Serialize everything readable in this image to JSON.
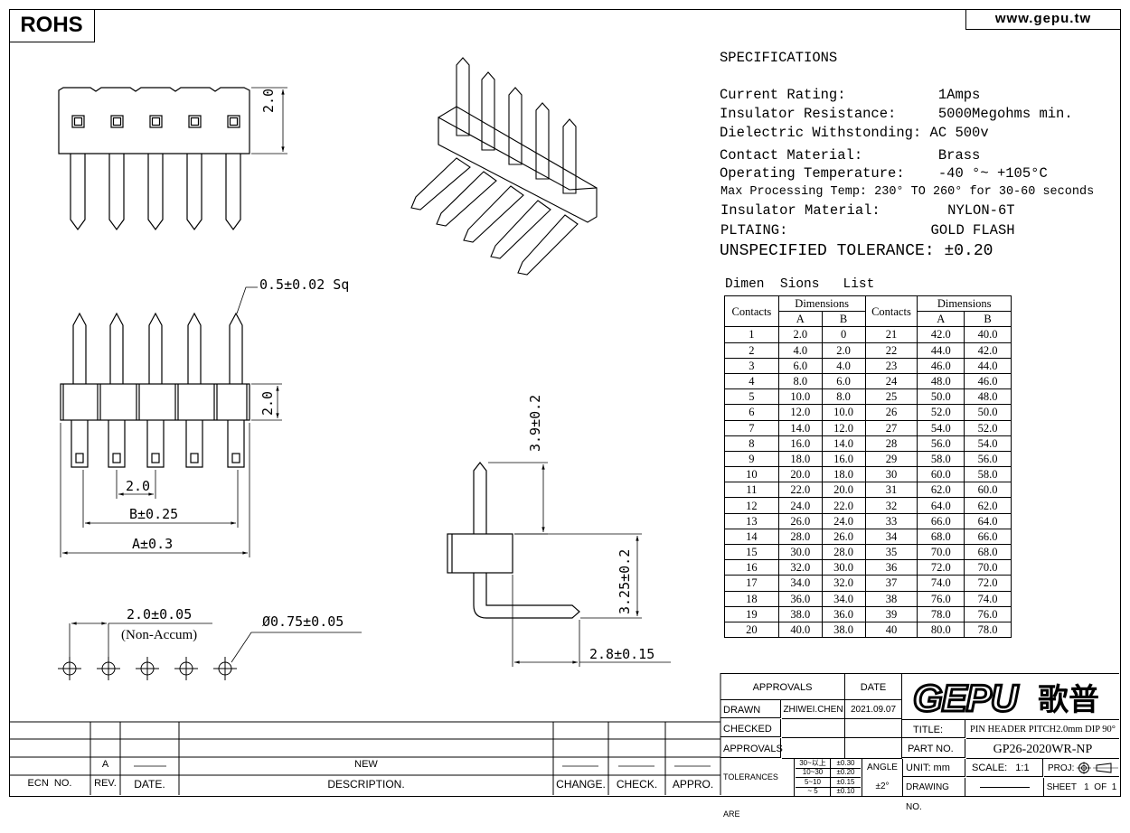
{
  "header": {
    "rohs": "ROHS",
    "website": "www.gepu.tw"
  },
  "specs": {
    "heading": "SPECIFICATIONS",
    "lines": [
      "Current Rating:           1Amps",
      "Insulator Resistance:     5000Megohms min.",
      "Dielectric Withstonding: AC 500v",
      "Contact Material:         Brass",
      "Operating Temperature:    -40 °~ +105°C",
      "Max Processing Temp: 230° TO 260° for 30-60 seconds",
      "Insulator Material:        NYLON-6T",
      "PLTAING:                 GOLD FLASH"
    ],
    "tolerance": "UNSPECIFIED TOLERANCE: ±0.20"
  },
  "dim_list": {
    "title": "Dimen  Sions   List",
    "h_contacts": "Contacts",
    "h_dimensions": "Dimensions",
    "h_a": "A",
    "h_b": "B",
    "rows": [
      {
        "c1": "1",
        "a1": "2.0",
        "b1": "0",
        "c2": "21",
        "a2": "42.0",
        "b2": "40.0"
      },
      {
        "c1": "2",
        "a1": "4.0",
        "b1": "2.0",
        "c2": "22",
        "a2": "44.0",
        "b2": "42.0"
      },
      {
        "c1": "3",
        "a1": "6.0",
        "b1": "4.0",
        "c2": "23",
        "a2": "46.0",
        "b2": "44.0"
      },
      {
        "c1": "4",
        "a1": "8.0",
        "b1": "6.0",
        "c2": "24",
        "a2": "48.0",
        "b2": "46.0"
      },
      {
        "c1": "5",
        "a1": "10.0",
        "b1": "8.0",
        "c2": "25",
        "a2": "50.0",
        "b2": "48.0"
      },
      {
        "c1": "6",
        "a1": "12.0",
        "b1": "10.0",
        "c2": "26",
        "a2": "52.0",
        "b2": "50.0"
      },
      {
        "c1": "7",
        "a1": "14.0",
        "b1": "12.0",
        "c2": "27",
        "a2": "54.0",
        "b2": "52.0"
      },
      {
        "c1": "8",
        "a1": "16.0",
        "b1": "14.0",
        "c2": "28",
        "a2": "56.0",
        "b2": "54.0"
      },
      {
        "c1": "9",
        "a1": "18.0",
        "b1": "16.0",
        "c2": "29",
        "a2": "58.0",
        "b2": "56.0"
      },
      {
        "c1": "10",
        "a1": "20.0",
        "b1": "18.0",
        "c2": "30",
        "a2": "60.0",
        "b2": "58.0"
      },
      {
        "c1": "11",
        "a1": "22.0",
        "b1": "20.0",
        "c2": "31",
        "a2": "62.0",
        "b2": "60.0"
      },
      {
        "c1": "12",
        "a1": "24.0",
        "b1": "22.0",
        "c2": "32",
        "a2": "64.0",
        "b2": "62.0"
      },
      {
        "c1": "13",
        "a1": "26.0",
        "b1": "24.0",
        "c2": "33",
        "a2": "66.0",
        "b2": "64.0"
      },
      {
        "c1": "14",
        "a1": "28.0",
        "b1": "26.0",
        "c2": "34",
        "a2": "68.0",
        "b2": "66.0"
      },
      {
        "c1": "15",
        "a1": "30.0",
        "b1": "28.0",
        "c2": "35",
        "a2": "70.0",
        "b2": "68.0"
      },
      {
        "c1": "16",
        "a1": "32.0",
        "b1": "30.0",
        "c2": "36",
        "a2": "72.0",
        "b2": "70.0"
      },
      {
        "c1": "17",
        "a1": "34.0",
        "b1": "32.0",
        "c2": "37",
        "a2": "74.0",
        "b2": "72.0"
      },
      {
        "c1": "18",
        "a1": "36.0",
        "b1": "34.0",
        "c2": "38",
        "a2": "76.0",
        "b2": "74.0"
      },
      {
        "c1": "19",
        "a1": "38.0",
        "b1": "36.0",
        "c2": "39",
        "a2": "78.0",
        "b2": "76.0"
      },
      {
        "c1": "20",
        "a1": "40.0",
        "b1": "38.0",
        "c2": "40",
        "a2": "80.0",
        "b2": "78.0"
      }
    ]
  },
  "dims": {
    "top_height": "2.0",
    "pin_sq": "0.5±0.02 Sq",
    "body_height": "2.0",
    "pitch": "2.0",
    "b_dim": "B±0.25",
    "a_dim": "A±0.3",
    "hole_pitch": "2.0±0.05",
    "non_accum": "(Non-Accum)",
    "hole_dia": "Ø0.75±0.05",
    "side_top": "3.9±0.2",
    "side_bottom": "3.25±0.2",
    "side_len": "2.8±0.15"
  },
  "title_block": {
    "approvals_h": "APPROVALS",
    "date_h": "DATE",
    "drawn": "DRAWN",
    "drawn_by": "ZHIWEI.CHEN",
    "drawn_date": "2021.09.07",
    "checked": "CHECKED",
    "approvals": "APPROVALS",
    "tolerances": "TOLERANCES ARE",
    "tol_rows": [
      {
        "range": "30~以上",
        "tol": "±0.30"
      },
      {
        "range": "10~30",
        "tol": "±0.20"
      },
      {
        "range": "5~10",
        "tol": "±0.15"
      },
      {
        "range": "~ 5",
        "tol": "±0.10"
      }
    ],
    "angle": "ANGLE",
    "angle_tol": "±2°",
    "logo": "GEPU",
    "logo_cn": "歌普",
    "title_label": "TITLE:",
    "title": "PIN HEADER PITCH2.0mm DIP 90°",
    "part_label": "PART NO.",
    "part_no": "GP26-2020WR-NP",
    "unit": "UNIT:  mm",
    "scale": "SCALE:   1:1",
    "proj": "PROJ:",
    "drawing_no": "DRAWING NO.",
    "sheet": "SHEET   1  OF  1"
  },
  "revision": {
    "rev": "A",
    "desc_new": "NEW",
    "ecn": "ECN  NO.",
    "rev_h": "REV.",
    "date_h": "DATE.",
    "desc_h": "DESCRIPTION.",
    "change_h": "CHANGE.",
    "check_h": "CHECK.",
    "appro_h": "APPRO."
  }
}
